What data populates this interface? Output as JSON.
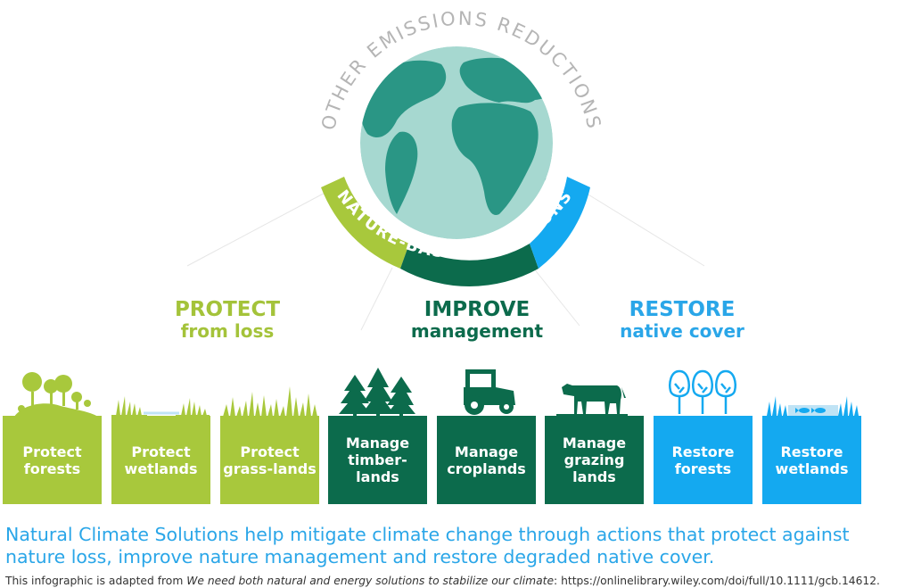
{
  "arc_top_text": "OTHER EMISSIONS REDUCTIONS",
  "arc_band_text": "NATURE-BASED SOLUTIONS",
  "colors": {
    "protect": "#a8c83c",
    "improve": "#0c6b4c",
    "restore": "#14a9f0",
    "arc_text": "#b5b5b5",
    "ocean": "#a6d8d0",
    "land": "#2a9685"
  },
  "headings": {
    "protect": {
      "line1": "PROTECT",
      "line2": "from loss"
    },
    "improve": {
      "line1": "IMPROVE",
      "line2": "management"
    },
    "restore": {
      "line1": "RESTORE",
      "line2": "native cover"
    }
  },
  "tiles": [
    {
      "label": "Protect\nforests",
      "icon": "trees-icon"
    },
    {
      "label": "Protect\nwetlands",
      "icon": "wetland-icon"
    },
    {
      "label": "Protect\ngrass-lands",
      "icon": "grass-icon"
    },
    {
      "label": "Manage\ntimber-\nlands",
      "icon": "pine-trees-icon"
    },
    {
      "label": "Manage\ncroplands",
      "icon": "tractor-icon"
    },
    {
      "label": "Manage\ngrazing\nlands",
      "icon": "cow-icon"
    },
    {
      "label": "Restore\nforests",
      "icon": "outline-trees-icon"
    },
    {
      "label": "Restore\nwetlands",
      "icon": "fish-water-icon"
    }
  ],
  "caption": "Natural Climate Solutions help mitigate climate change through actions that protect against nature loss, improve nature management and restore degraded native cover.",
  "credit": {
    "prefix": "This infographic is adapted from ",
    "title": "We need both natural and energy solutions to stabilize our climate",
    "suffix": ": https://onlinelibrary.wiley.com/doi/full/10.1111/gcb.14612."
  }
}
